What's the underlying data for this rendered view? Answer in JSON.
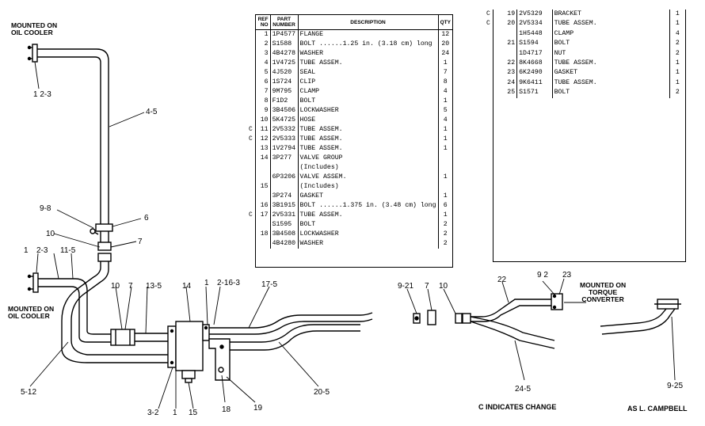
{
  "notes": {
    "mounted_oil_cooler_top": [
      "MOUNTED ON",
      "OIL COOLER"
    ],
    "mounted_oil_cooler_left": [
      "MOUNTED ON",
      "OIL COOLER"
    ],
    "mounted_torque_converter": [
      "MOUNTED ON",
      "TORQUE",
      "CONVERTER"
    ],
    "change_note": "C INDICATES CHANGE",
    "credit": "AS  L. CAMPBELL"
  },
  "callouts": {
    "c_1_2_3_top": "1  2-3",
    "c_4_5": "4-5",
    "c_9_8": "9-8",
    "c_6": "6",
    "c_10_a": "10",
    "c_7_a": "7",
    "c_1": "1",
    "c_2_3": "2-3",
    "c_11_5": "11-5",
    "c_10_b": "10",
    "c_7_b": "7",
    "c_13_5": "13-5",
    "c_14": "14",
    "c_1_b": "1",
    "c_2_16_3": "2-16-3",
    "c_17_5": "17-5",
    "c_9_21": "9-21",
    "c_7_c": "7",
    "c_10_c": "10",
    "c_22": "22",
    "c_9_2": "9  2",
    "c_23": "23",
    "c_5_12": "5-12",
    "c_3_2": "3-2",
    "c_1_c": "1",
    "c_15": "15",
    "c_18": "18",
    "c_19": "19",
    "c_20_5": "20-5",
    "c_24_5": "24-5",
    "c_9_25": "9-25"
  },
  "table_headers": {
    "ref": "REF NO",
    "part": "PART NUMBER",
    "desc": "DESCRIPTION",
    "qty": "QTY"
  },
  "parts_left": [
    {
      "chg": "",
      "ref": "1",
      "part": "1P4577",
      "desc": "FLANGE",
      "qty": "12"
    },
    {
      "chg": "",
      "ref": "2",
      "part": "S1588",
      "desc": "BOLT ......1.25 in. (3.18 cm) long",
      "qty": "20"
    },
    {
      "chg": "",
      "ref": "3",
      "part": "4B4278",
      "desc": "WASHER",
      "qty": "24"
    },
    {
      "chg": "",
      "ref": "4",
      "part": "1V4725",
      "desc": "TUBE ASSEM.",
      "qty": "1"
    },
    {
      "chg": "",
      "ref": "5",
      "part": "4J520",
      "desc": "SEAL",
      "qty": "7"
    },
    {
      "chg": "",
      "ref": "6",
      "part": "1S724",
      "desc": "CLIP",
      "qty": "8"
    },
    {
      "chg": "",
      "ref": "7",
      "part": "9M795",
      "desc": "CLAMP",
      "qty": "4"
    },
    {
      "chg": "",
      "ref": "8",
      "part": "F1D2",
      "desc": "BOLT",
      "qty": "1"
    },
    {
      "chg": "",
      "ref": "9",
      "part": "3B4506",
      "desc": "LOCKWASHER",
      "qty": "5"
    },
    {
      "chg": "",
      "ref": "10",
      "part": "5K4725",
      "desc": "HOSE",
      "qty": "4"
    },
    {
      "chg": "C",
      "ref": "11",
      "part": "2V5332",
      "desc": "TUBE ASSEM.",
      "qty": "1"
    },
    {
      "chg": "C",
      "ref": "12",
      "part": "2V5333",
      "desc": "TUBE ASSEM.",
      "qty": "1"
    },
    {
      "chg": "",
      "ref": "13",
      "part": "1V2794",
      "desc": "TUBE ASSEM.",
      "qty": "1"
    },
    {
      "chg": "",
      "ref": "14",
      "part": "3P277",
      "desc": "VALVE GROUP",
      "qty": ""
    },
    {
      "chg": "",
      "ref": "",
      "part": "",
      "desc": "      (Includes)",
      "qty": ""
    },
    {
      "chg": "",
      "ref": "",
      "part": "6P3206",
      "desc": "  VALVE ASSEM.",
      "qty": "1"
    },
    {
      "chg": "",
      "ref": "15",
      "part": "",
      "desc": "      (Includes)",
      "qty": ""
    },
    {
      "chg": "",
      "ref": "",
      "part": "3P274",
      "desc": "    GASKET",
      "qty": "1"
    },
    {
      "chg": "",
      "ref": "16",
      "part": "3B1915",
      "desc": "BOLT ......1.375 in. (3.48 cm) long",
      "qty": "6"
    },
    {
      "chg": "C",
      "ref": "17",
      "part": "2V5331",
      "desc": "TUBE ASSEM.",
      "qty": "1"
    },
    {
      "chg": "",
      "ref": "",
      "part": "S1595",
      "desc": "BOLT",
      "qty": "2"
    },
    {
      "chg": "",
      "ref": "18",
      "part": "3B4508",
      "desc": "LOCKWASHER",
      "qty": "2"
    },
    {
      "chg": "",
      "ref": "",
      "part": "4B4280",
      "desc": "WASHER",
      "qty": "2"
    }
  ],
  "parts_right": [
    {
      "chg": "C",
      "ref": "19",
      "part": "2V5329",
      "desc": "BRACKET",
      "qty": "1"
    },
    {
      "chg": "C",
      "ref": "20",
      "part": "2V5334",
      "desc": "TUBE ASSEM.",
      "qty": "1"
    },
    {
      "chg": "",
      "ref": "",
      "part": "1H5448",
      "desc": "CLAMP",
      "qty": "4"
    },
    {
      "chg": "",
      "ref": "21",
      "part": "S1594",
      "desc": "BOLT",
      "qty": "2"
    },
    {
      "chg": "",
      "ref": "",
      "part": "1D4717",
      "desc": "NUT",
      "qty": "2"
    },
    {
      "chg": "",
      "ref": "22",
      "part": "8K4668",
      "desc": "TUBE ASSEM.",
      "qty": "1"
    },
    {
      "chg": "",
      "ref": "23",
      "part": "6K2490",
      "desc": "GASKET",
      "qty": "1"
    },
    {
      "chg": "",
      "ref": "24",
      "part": "9K6411",
      "desc": "TUBE ASSEM.",
      "qty": "1"
    },
    {
      "chg": "",
      "ref": "25",
      "part": "S1571",
      "desc": "BOLT",
      "qty": "2"
    }
  ]
}
